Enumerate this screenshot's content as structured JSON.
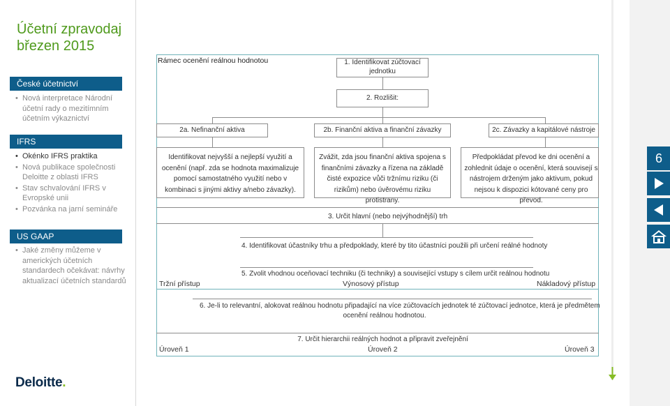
{
  "sidebar": {
    "title_line1": "Účetní zpravodaj",
    "title_line2": "březen 2015",
    "sections": [
      {
        "heading": "České účetnictví",
        "items": [
          {
            "label": "Nová interpretace Národní účetní rady o mezitímním účetním výkaznictví",
            "active": false
          }
        ]
      },
      {
        "heading": "IFRS",
        "items": [
          {
            "label": "Okénko IFRS praktika",
            "active": true
          },
          {
            "label": "Nová publikace společnosti Deloitte z oblasti IFRS",
            "active": false
          },
          {
            "label": "Stav schvalování IFRS v Evropské unii",
            "active": false
          },
          {
            "label": "Pozvánka na jarní semináře",
            "active": false
          }
        ]
      },
      {
        "heading": "US GAAP",
        "items": [
          {
            "label": "Jaké změny můžeme v amerických účetních standardech očekávat: návrhy aktualizací účetních standardů",
            "active": false
          }
        ]
      }
    ],
    "logo": "Deloitte",
    "logo_dot": "."
  },
  "diagram": {
    "frame_title": "Rámec ocenění reálnou hodnotou",
    "step1": "1. Identifikovat zúčtovací jednotku",
    "step2": "2. Rozlišit:",
    "step2a": "2a. Nefinanční aktiva",
    "step2b": "2b. Finanční aktiva a finanční závazky",
    "step2c": "2c. Závazky a kapitálové nástroje",
    "desc2a": "Identifikovat nejvyšší a nejlepší využití a ocenění (např. zda se hodnota maximalizuje pomocí samostatného využití nebo v kombinaci s jinými aktivy a/nebo závazky).",
    "desc2b": "Zvážit, zda jsou finanční aktiva spojena s finančními závazky a řízena na základě čisté expozice vůči tržnímu riziku (či rizikům) nebo úvěrovému riziku protistrany.",
    "desc2c": "Předpokládat převod ke dni ocenění a zohlednit údaje o ocenění, která souvisejí s nástrojem drženým jako aktivum, pokud nejsou k dispozici kótované ceny pro převod.",
    "step3": "3. Určit hlavní (nebo nejvýhodnější) trh",
    "step4": "4. Identifikovat účastníky trhu a předpoklady, které by tito účastníci použili při určení reálné hodnoty",
    "step5": "5. Zvolit vhodnou oceňovací techniku (či techniky) a související vstupy s cílem určit reálnou hodnotu",
    "approach_market": "Tržní přístup",
    "approach_income": "Výnosový přístup",
    "approach_cost": "Nákladový přístup",
    "step6_line1": "6. Je-li to relevantní, alokovat reálnou hodnotu připadající na více zúčtovacích jednotek té zúčtovací jednotce, která je předmětem",
    "step6_line2": "ocenění reálnou hodnotou.",
    "step7": "7. Určit hierarchii reálných hodnot a připravit zveřejnění",
    "level1": "Úroveň 1",
    "level2": "Úroveň 2",
    "level3": "Úroveň 3"
  },
  "nav": {
    "page_number": "6",
    "next_icon": "play-right-icon",
    "prev_icon": "play-left-icon",
    "home_icon": "home-icon"
  },
  "colors": {
    "accent_green": "#4f9a1c",
    "section_blue": "#0e5d8a",
    "deloitte_green": "#86bc25",
    "frame_teal": "#6fb3b9"
  }
}
